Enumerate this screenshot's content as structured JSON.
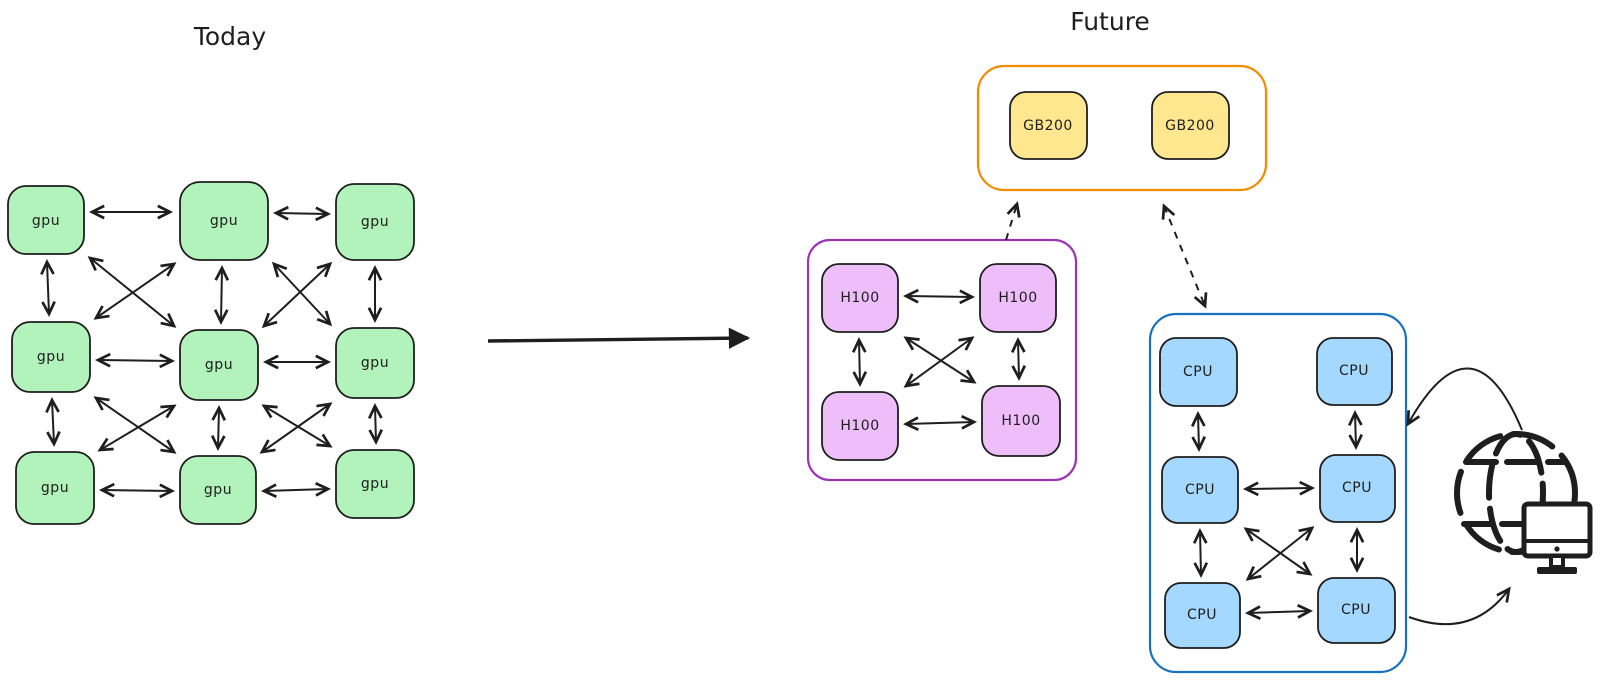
{
  "diagram": {
    "background": "#ffffff",
    "ink_color": "#1e1e1e",
    "today": {
      "title": "Today",
      "node_label": "gpu",
      "node_count": 9,
      "node_fill": "#b2f2bb",
      "node_stroke": "#1e1e1e"
    },
    "future": {
      "title": "Future",
      "gb200_cluster": {
        "node_label": "GB200",
        "node_count": 2,
        "node_fill": "#ffe78f",
        "container_stroke": "#f08c00"
      },
      "h100_cluster": {
        "node_label": "H100",
        "node_count": 4,
        "node_fill": "#eebefa",
        "container_stroke": "#9c36b5"
      },
      "cpu_cluster": {
        "node_label": "CPU",
        "node_count": 6,
        "node_fill": "#a5d8ff",
        "container_stroke": "#1971c2"
      }
    },
    "icons": {
      "globe": "globe-icon",
      "monitor": "monitor-icon"
    }
  }
}
